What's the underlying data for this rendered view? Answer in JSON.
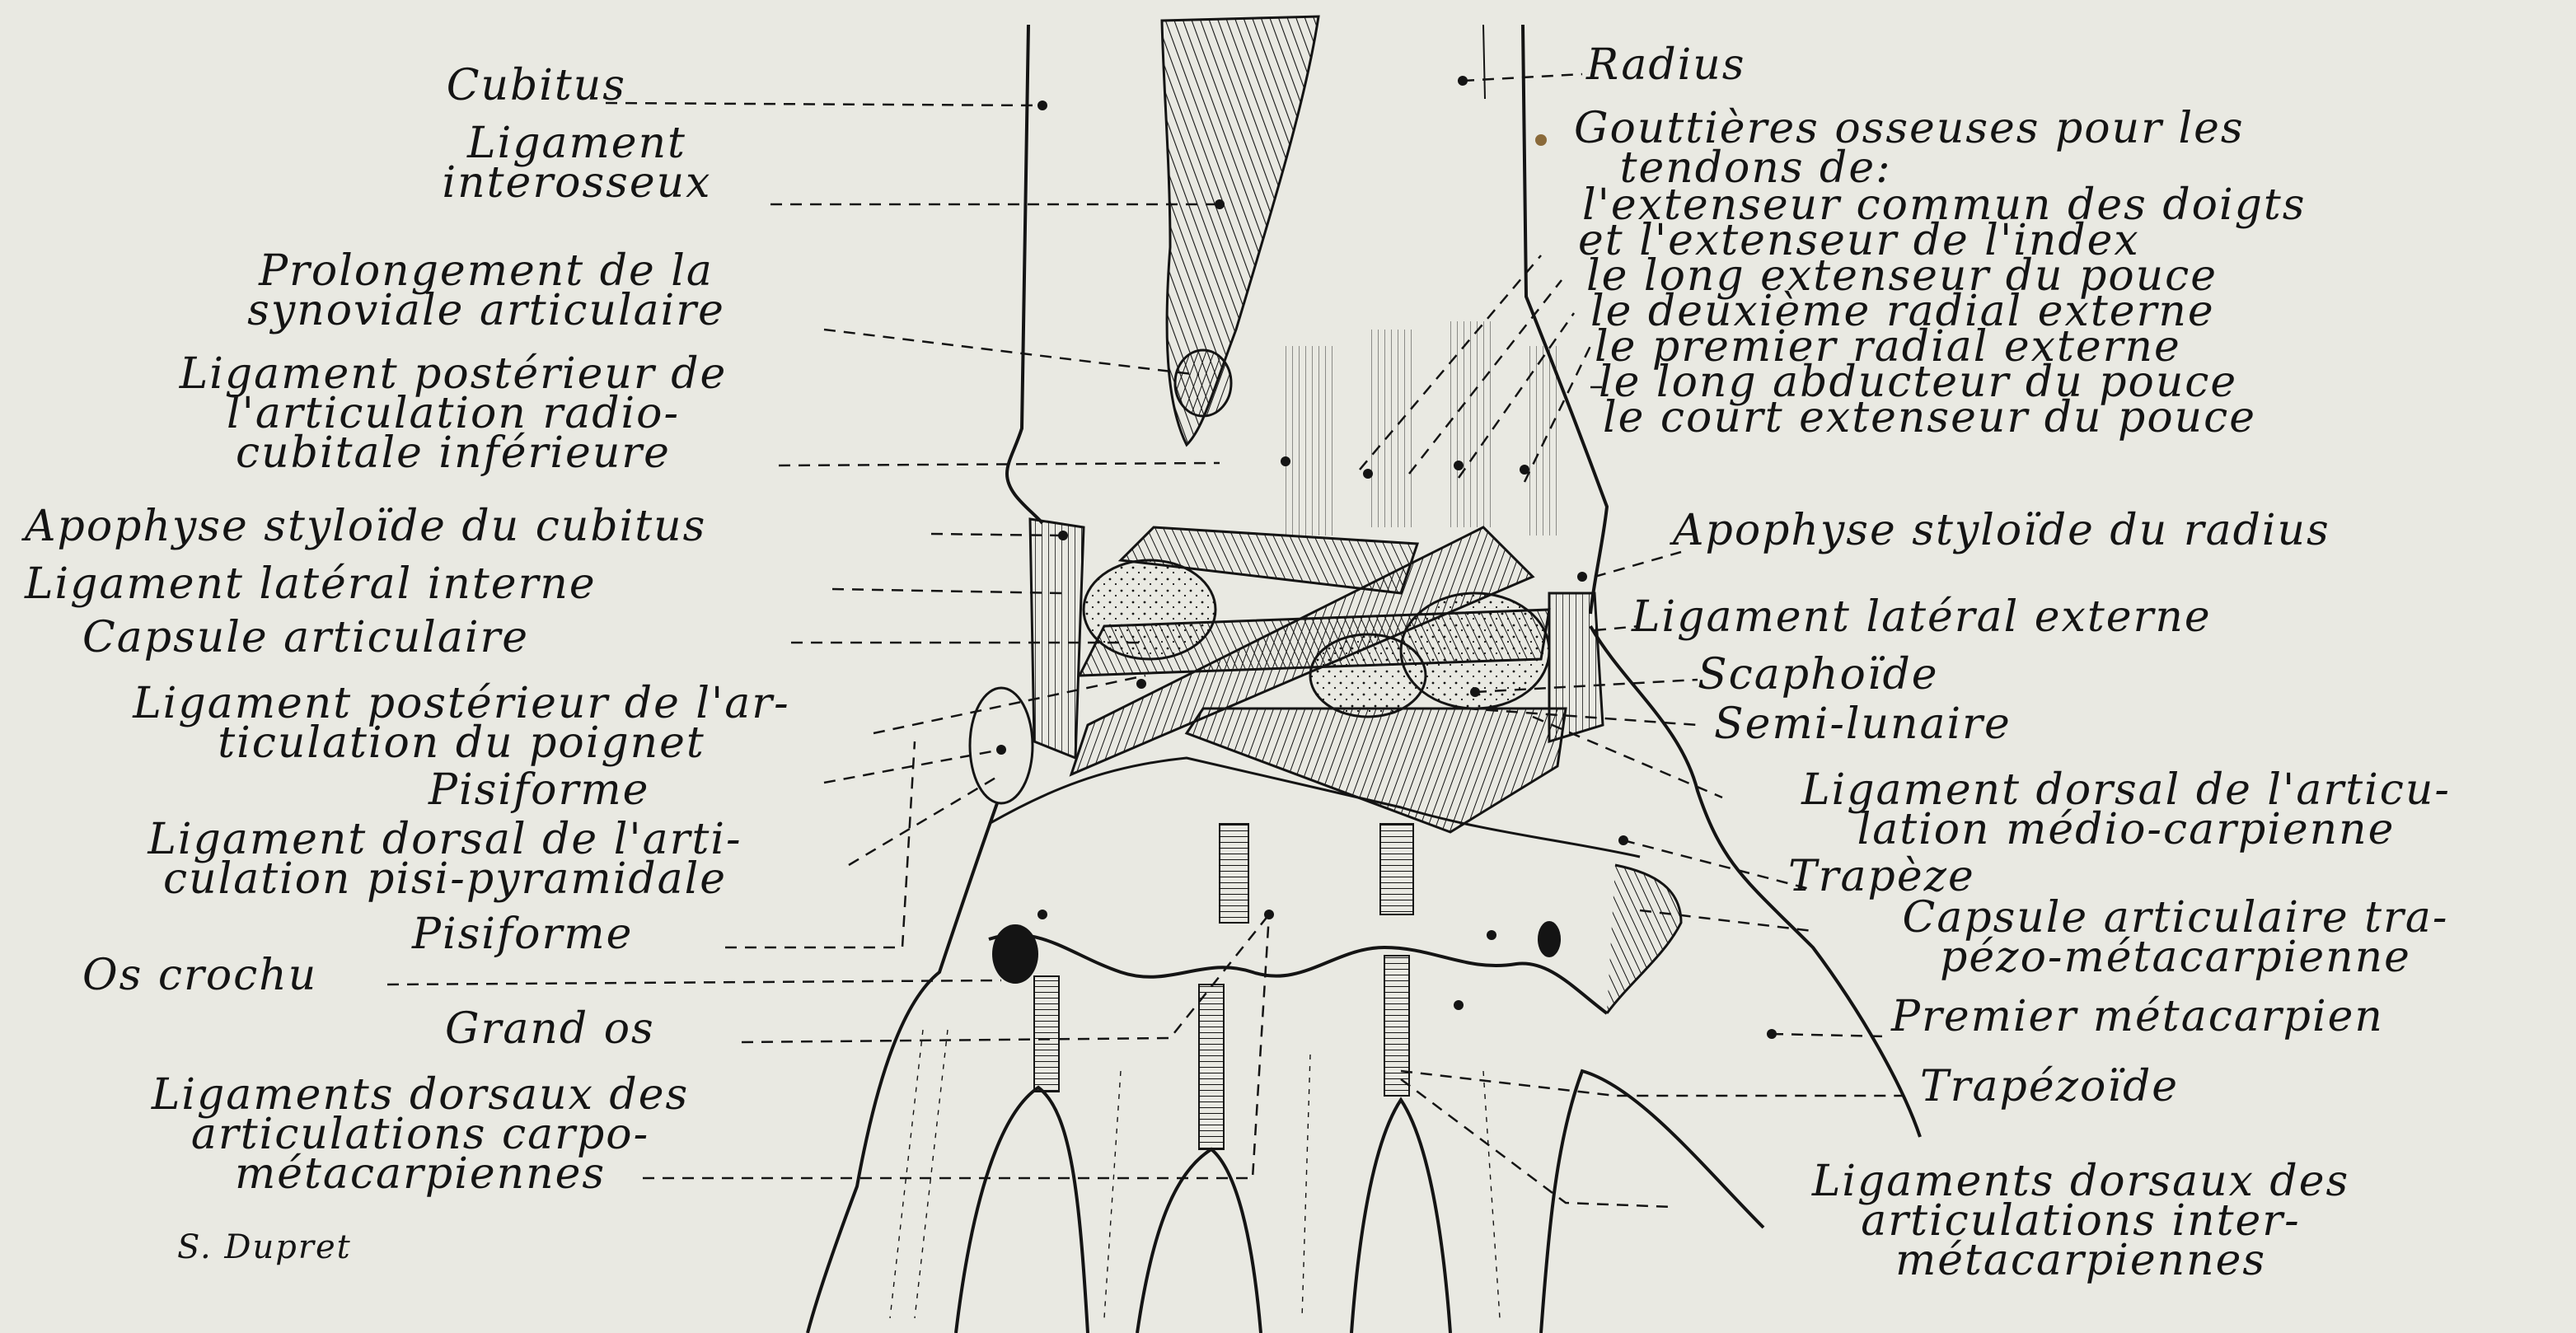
{
  "left_labels": [
    {
      "text": "Cubitus"
    },
    {
      "text": "Ligament\ninterosseux"
    },
    {
      "text": "Prolongement de la\nsynoviale articulaire"
    },
    {
      "text": "Ligament postérieur de\nl'articulation radio-\ncubitale inférieure"
    },
    {
      "text": "Apophyse styloïde du cubitus"
    },
    {
      "text": "Ligament latéral interne"
    },
    {
      "text": "Capsule articulaire"
    },
    {
      "text": "Ligament postérieur de l'ar-\nticulation du poignet"
    },
    {
      "text": "Pisiforme"
    },
    {
      "text": "Ligament dorsal de l'arti-\nculation pisi-pyramidale"
    },
    {
      "text": "Pisiforme"
    },
    {
      "text": "Os crochu"
    },
    {
      "text": "Grand os"
    },
    {
      "text": "Ligaments dorsaux des\narticulations carpo-\nmétacarpiennes"
    }
  ],
  "right_labels": [
    {
      "text": "Radius"
    },
    {
      "text": "Gouttières osseuses pour les\n   tendons de:"
    },
    {
      "text": "l'extenseur commun des doigts"
    },
    {
      "text": "et l'extenseur de l'index"
    },
    {
      "text": "le long extenseur du pouce"
    },
    {
      "text": "le deuxième radial externe"
    },
    {
      "text": "le premier radial externe"
    },
    {
      "text": "le long abducteur du pouce"
    },
    {
      "text": "le court extenseur du pouce"
    },
    {
      "text": "Apophyse styloïde du radius"
    },
    {
      "text": "Ligament latéral externe"
    },
    {
      "text": "Scaphoïde"
    },
    {
      "text": "Semi-lunaire"
    },
    {
      "text": "Ligament dorsal de l'articu-\nlation médio-carpienne"
    },
    {
      "text": "Trapèze"
    },
    {
      "text": "Capsule articulaire tra-\npézo-métacarpienne"
    },
    {
      "text": "Premier métacarpien"
    },
    {
      "text": "Trapézoïde"
    },
    {
      "text": "Ligaments dorsaux des\narticulations inter-\nmétacarpiennes"
    }
  ],
  "signature": "S. Dupret",
  "colors": {
    "paper": "#e9e9e2",
    "ink": "#141414"
  }
}
